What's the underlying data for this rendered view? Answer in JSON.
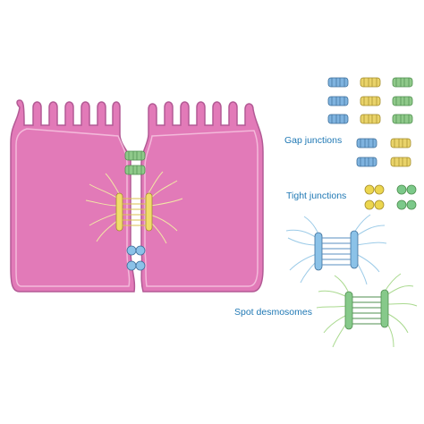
{
  "labels": {
    "gap_junctions": "Gap junctions",
    "tight_junctions": "Tight junctions",
    "spot_desmosomes": "Spot desmosomes"
  },
  "colors": {
    "cell_fill": "#e27ab8",
    "cell_outline": "#b35a95",
    "membrane_inner": "#f3b9da",
    "gap_green": "#8fc98a",
    "gap_blue": "#7fb3df",
    "gap_yellow": "#e9d36a",
    "tight_yellow": "#ecd64f",
    "tight_green": "#7cc98a",
    "tight_blue": "#8bc2e8",
    "desmo_blue": "#8bc2e8",
    "desmo_green": "#86c98a",
    "desmo_yellow_plaque": "#f1dc6b",
    "filament_blue": "#9ccbe8",
    "filament_green": "#a9d98e",
    "filament_yellow": "#eddf8c",
    "label_text": "#1f78b4"
  }
}
